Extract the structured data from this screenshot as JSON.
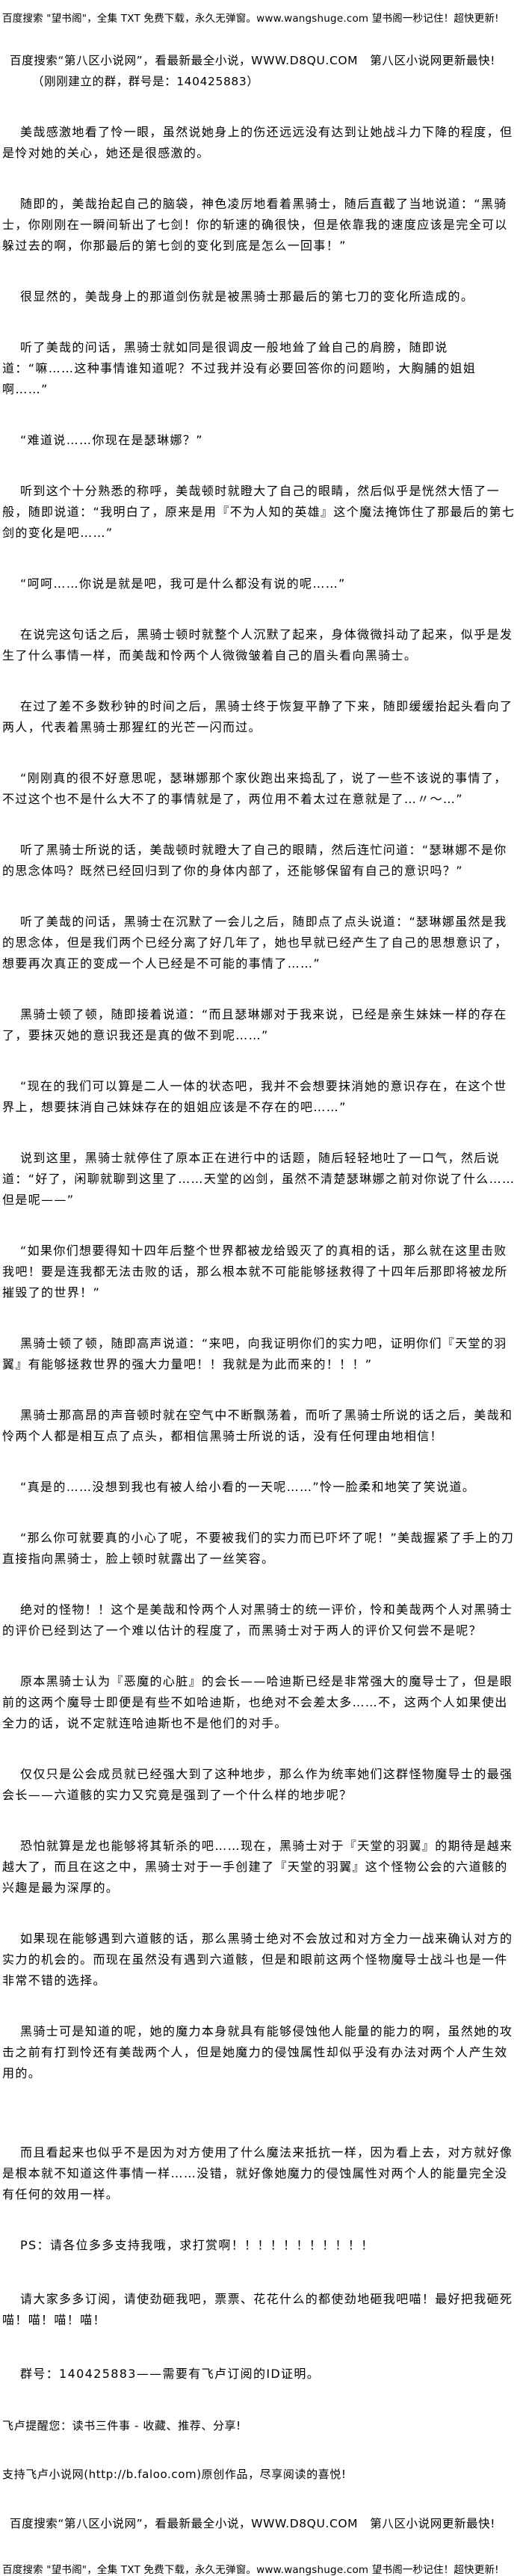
{
  "header": {
    "ad_line": "百度搜索 \"望书阁\"，全集 TXT 免费下载，永久无弹窗。www.wangshuge.com 望书阁一秒记住！超快更新!",
    "site_line": "百度搜索“第八区小说网”，看最新最全小说，WWW.D8QU.COM　第八区小说网更新最快!",
    "group_line": "（刚刚建立的群，群号是：140425883）"
  },
  "paragraphs": [
    "美哉感激地看了怜一眼，虽然说她身上的伤还远远没有达到让她战斗力下降的程度，但是怜对她的关心，她还是很感激的。",
    "随即的，美哉抬起自己的脑袋，神色凌厉地看着黑骑士，随后直截了当地说道：“黑骑士，你刚刚在一瞬间斩出了七剑！你的斩速的确很快，但是依靠我的速度应该是完全可以躲过去的啊，你那最后的第七剑的变化到底是怎么一回事！”",
    "很显然的，美哉身上的那道剑伤就是被黑骑士那最后的第七刀的变化所造成的。",
    "听了美哉的问话，黑骑士就如同是很调皮一般地耸了耸自己的肩膀，随即说道：“嘛……这种事情谁知道呢？不过我并没有必要回答你的问题哟，大胸脯的姐姐啊……”",
    "“难道说……你现在是瑟琳娜？”",
    "听到这个十分熟悉的称呼，美哉顿时就瞪大了自己的眼睛，然后似乎是恍然大悟了一般，随即说道：“我明白了，原来是用『不为人知的英雄』这个魔法掩饰住了那最后的第七剑的变化是吧……”",
    "“呵呵……你说是就是吧，我可是什么都没有说的呢……”",
    "在说完这句话之后，黑骑士顿时就整个人沉默了起来，身体微微抖动了起来，似乎是发生了什么事情一样，而美哉和怜两个人微微皱着自己的眉头看向黑骑士。",
    "在过了差不多数秒钟的时间之后，黑骑士终于恢复平静了下来，随即缓缓抬起头看向了两人，代表着黑骑士那猩红的光芒一闪而过。",
    "“刚刚真的很不好意思呢，瑟琳娜那个家伙跑出来捣乱了，说了一些不该说的事情了，不过这个也不是什么大不了的事情就是了，两位用不着太过在意就是了…〃～…”",
    "听了黑骑士所说的话，美哉顿时就瞪大了自己的眼睛，然后连忙问道：“瑟琳娜不是你的思念体吗？既然已经回归到了你的身体内部了，还能够保留有自己的意识吗？”",
    "听了美哉的问话，黑骑士在沉默了一会儿之后，随即点了点头说道：“瑟琳娜虽然是我的思念体，但是我们两个已经分离了好几年了，她也早就已经产生了自己的思想意识了，想要再次真正的变成一个人已经是不可能的事情了……”",
    "黑骑士顿了顿，随即接着说道：“而且瑟琳娜对于我来说，已经是亲生妹妹一样的存在了，要抹灭她的意识我还是真的做不到呢……”",
    "“现在的我们可以算是二人一体的状态吧，我并不会想要抹消她的意识存在，在这个世界上，想要抹消自己妹妹存在的姐姐应该是不存在的吧……”",
    "说到这里，黑骑士就停住了原本正在进行中的话题，随后轻轻地吐了一口气，然后说道：“好了，闲聊就聊到这里了……天堂的凶剑，虽然不清楚瑟琳娜之前对你说了什么……但是呢——”",
    "“如果你们想要得知十四年后整个世界都被龙给毁灭了的真相的话，那么就在这里击败我吧！要是连我都无法击败的话，那么根本就不可能能够拯救得了十四年后那即将被龙所摧毁了的世界！”",
    "黑骑士顿了顿，随即高声说道：“来吧，向我证明你们的实力吧，证明你们『天堂的羽翼』有能够拯救世界的强大力量吧！！我就是为此而来的！！！”",
    "黑骑士那高昂的声音顿时就在空气中不断飘荡着，而听了黑骑士所说的话之后，美哉和怜两个人都是相互点了点头，都相信黑骑士所说的话，没有任何理由地相信！",
    "“真是的……没想到我也有被人给小看的一天呢……”怜一脸柔和地笑了笑说道。",
    "“那么你可就要真的小心了呢，不要被我们的实力而已吓坏了呢！”美哉握紧了手上的刀直接指向黑骑士，脸上顿时就露出了一丝笑容。",
    "绝对的怪物！！这个是美哉和怜两个人对黑骑士的统一评价，怜和美哉两个人对黑骑士的评价已经到达了一个难以估计的程度了，而黑骑士对于两人的评价又何尝不是呢？",
    "原本黑骑士认为『恶魔的心脏』的会长——哈迪斯已经是非常强大的魔导士了，但是眼前的这两个魔导士即便是有些不如哈迪斯，也绝对不会差太多……不，这两个人如果使出全力的话，说不定就连哈迪斯也不是他们的对手。",
    "仅仅只是公会成员就已经强大到了这种地步，那么作为统率她们这群怪物魔导士的最强会长——六道骸的实力又究竟是强到了一个什么样的地步呢？",
    "恐怕就算是龙也能够将其斩杀的吧……现在，黑骑士对于『天堂的羽翼』的期待是越来越大了，而且在这之中，黑骑士对于一手创建了『天堂的羽翼』这个怪物公会的六道骸的兴趣是最为深厚的。",
    "如果现在能够遇到六道骸的话，那么黑骑士绝对不会放过和对方全力一战来确认对方的实力的机会的。而现在虽然没有遇到六道骸，但是和眼前这两个怪物魔导士战斗也是一件非常不错的选择。",
    "黑骑士可是知道的呢，她的魔力本身就具有能够侵蚀他人能量的能力的啊，虽然她的攻击之前有打到怜还有美哉两个人，但是她魔力的侵蚀属性却似乎没有办法对两个人产生效用的。",
    "而且看起来也似乎不是因为对方使用了什么魔法来抵抗一样，因为看上去，对方就好像是根本就不知道这件事情一样……没错，就好像她魔力的侵蚀属性对两个人的能量完全没有任何的效用一样。"
  ],
  "notes": [
    "PS：请各位多多支持我哦，求打赏啊！！！！！！！！！！！",
    "请大家多多订阅，请使劲砸我吧，票票、花花什么的都使劲地砸我吧喵！最好把我砸死喵！喵！喵！喵！",
    "群号：140425883——需要有飞卢订阅的ID证明。"
  ],
  "footer": {
    "reminder": "飞卢提醒您：读书三件事 - 收藏、推荐、分享!",
    "support": "支持飞卢小说网(http://b.faloo.com)原创作品，尽享阅读的喜悦!",
    "site_line": "百度搜索“第八区小说网”，看最新最全小说，WWW.D8QU.COM　第八区小说网更新最快!",
    "ad_line": "百度搜索 \"望书阁\"，全集 TXT 免费下载，永久无弹窗。www.wangshuge.com 望书阁一秒记住！超快更新!"
  }
}
